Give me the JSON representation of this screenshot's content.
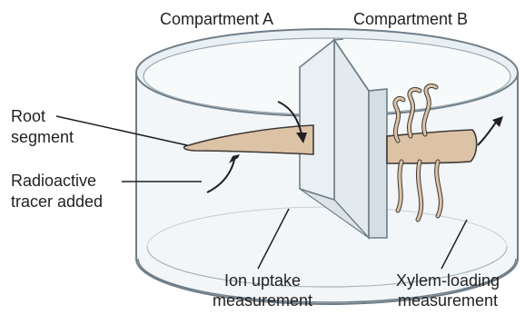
{
  "labels": {
    "compartment_a": "Compartment A",
    "compartment_b": "Compartment B",
    "root_segment_line1": "Root",
    "root_segment_line2": "segment",
    "tracer_line1": "Radioactive",
    "tracer_line2": "tracer added",
    "ion_uptake_line1": "Ion uptake",
    "ion_uptake_line2": "measurement",
    "xylem_line1": "Xylem-loading",
    "xylem_line2": "measurement"
  },
  "colors": {
    "glass_fill": "#eef3f6",
    "glass_edge": "#6f7e88",
    "divider_fill": "#e6ecf0",
    "root_fill": "#dcc3a6",
    "root_edge": "#3f3a36",
    "text": "#231f20"
  }
}
